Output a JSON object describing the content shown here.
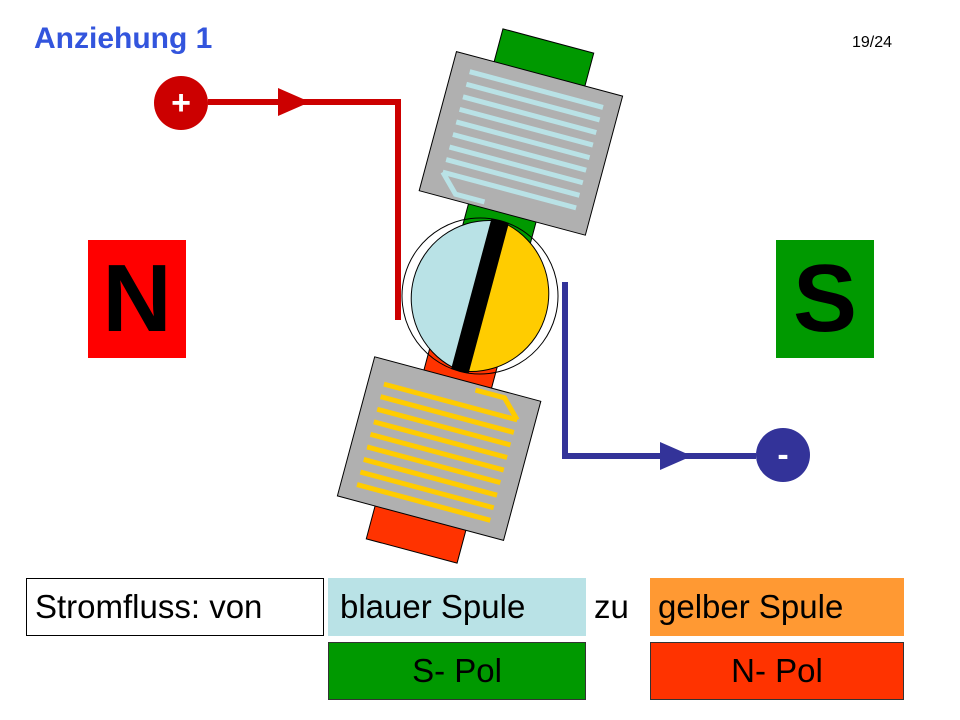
{
  "header": {
    "title": "Anziehung 1",
    "page_counter": "19/24"
  },
  "magnets": {
    "left_pole": {
      "label": "N",
      "color": "#ff0000"
    },
    "right_pole": {
      "label": "S",
      "color": "#009900"
    }
  },
  "terminals": {
    "positive": {
      "label": "+",
      "color": "#cc0000"
    },
    "negative": {
      "label": "-",
      "color": "#333399"
    }
  },
  "colors": {
    "wire_positive": "#cc0000",
    "wire_negative": "#333399",
    "blue_coil": "#b9e2e6",
    "yellow_coil": "#ffcc00",
    "rotor_green": "#009900",
    "rotor_red": "#ff3300",
    "coil_body": "#b0b0b0"
  },
  "legend": {
    "label": "Stromfluss: von",
    "from": "blauer Spule",
    "to_word": "zu",
    "to": "gelber Spule",
    "from_pole": "S- Pol",
    "to_pole": "N- Pol",
    "colors": {
      "from": "#b9e2e6",
      "to": "#ff9933",
      "from_pole": "#009900",
      "to_pole": "#ff3300"
    }
  }
}
